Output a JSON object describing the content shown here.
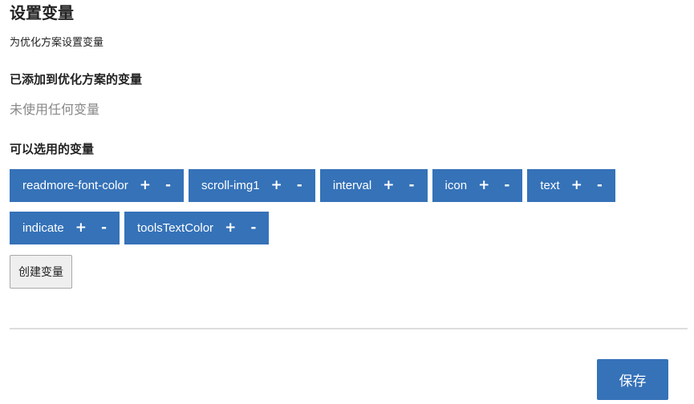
{
  "page": {
    "title": "设置变量",
    "subtitle": "为优化方案设置变量"
  },
  "added_section": {
    "heading": "已添加到优化方案的变量",
    "empty_text": "未使用任何变量"
  },
  "available_section": {
    "heading": "可以选用的变量",
    "add_symbol": "+",
    "remove_symbol": "-",
    "variables": [
      "readmore-font-color",
      "scroll-img1",
      "interval",
      "icon",
      "text",
      "indicate",
      "toolsTextColor"
    ]
  },
  "buttons": {
    "create_label": "创建变量",
    "save_label": "保存"
  },
  "colors": {
    "accent": "#3572b8",
    "muted_text": "#888888",
    "divider": "#dddddd"
  }
}
